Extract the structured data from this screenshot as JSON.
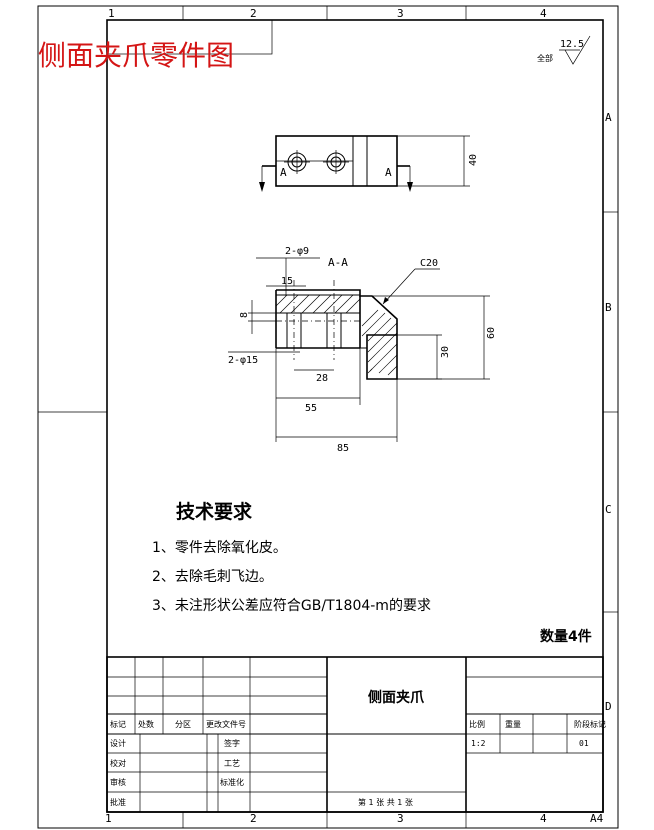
{
  "title": "侧面夹爪零件图",
  "roughness": {
    "value": "12.5",
    "label": "全部"
  },
  "grid": {
    "cols_top": [
      "1",
      "2",
      "3",
      "4"
    ],
    "cols_bottom": [
      "1",
      "2",
      "3",
      "4"
    ],
    "rows_right": [
      "A",
      "B",
      "C",
      "D"
    ],
    "sheet_size": "A4"
  },
  "views": {
    "top_marks": [
      "A",
      "A"
    ],
    "top_dim": "40",
    "section_label": "A-A",
    "holes_small": "2-φ9",
    "holes_large": "2-φ15",
    "chamfer": "C20",
    "dims": {
      "d15": "15",
      "d8": "8",
      "d28": "28",
      "d55": "55",
      "d85": "85",
      "d30": "30",
      "d60": "60"
    }
  },
  "requirements": {
    "heading": "技术要求",
    "items": [
      "1、零件去除氧化皮。",
      "2、去除毛刺飞边。",
      "3、未注形状公差应符合GB/T1804-m的要求"
    ],
    "quantity": "数量4件"
  },
  "title_block": {
    "part_name": "侧面夹爪",
    "labels": {
      "mark": "标记",
      "count": "处数",
      "zone": "分区",
      "doc": "更改文件号",
      "sign": "签字",
      "design": "设计",
      "check": "校对",
      "process": "工艺",
      "review": "审核",
      "standard": "标准化",
      "approve": "批准",
      "stage": "阶段标记",
      "weight": "重量",
      "scale": "比例"
    },
    "scale_value": "1:2",
    "sheet_value": "01",
    "sheets": "第 1 张   共 1 张"
  }
}
